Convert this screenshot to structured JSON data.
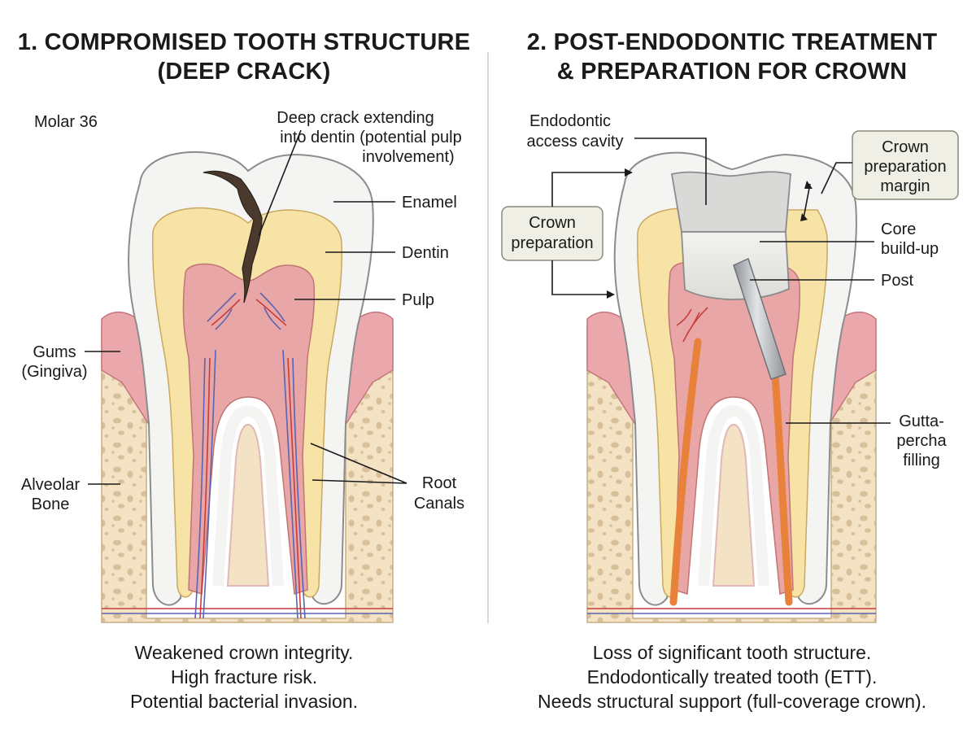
{
  "panels": [
    {
      "title_lines": [
        "1. COMPROMISED TOOTH STRUCTURE",
        "(DEEP CRACK)"
      ],
      "tooth_id": "Molar 36",
      "labels": {
        "crack": [
          "Deep crack extending",
          "into dentin (potential pulp",
          "involvement)"
        ],
        "enamel": "Enamel",
        "dentin": "Dentin",
        "pulp": "Pulp",
        "gums": [
          "Gums",
          "(Gingiva)"
        ],
        "bone": [
          "Alveolar",
          "Bone"
        ],
        "canals": [
          "Root",
          "Canals"
        ]
      },
      "caption_lines": [
        "Weakened crown integrity.",
        "High fracture risk.",
        "Potential bacterial invasion."
      ]
    },
    {
      "title_lines": [
        "2. POST-ENDODONTIC TREATMENT",
        "& PREPARATION FOR CROWN"
      ],
      "labels": {
        "access": [
          "Endodontic",
          "access cavity"
        ],
        "margin": [
          "Crown",
          "preparation",
          "margin"
        ],
        "crown_prep": [
          "Crown",
          "preparation"
        ],
        "core": [
          "Core",
          "build-up"
        ],
        "post": "Post",
        "gutta": [
          "Gutta-",
          "percha",
          "filling"
        ]
      },
      "caption_lines": [
        "Loss of significant tooth structure.",
        "Endodontically treated tooth (ETT).",
        "Needs structural support (full-coverage crown)."
      ]
    }
  ],
  "colors": {
    "enamel": "#f4f4f2",
    "dentin": "#f7e3a6",
    "pulp": "#e9a6a6",
    "gum": "#eba8ac",
    "bone": "#f4e2c4",
    "bone_spots": "#d8c09a",
    "crack": "#4a3a2e",
    "gutta": "#e8823a",
    "metal": "#a8abb0",
    "callout_box": "#efefe6"
  }
}
